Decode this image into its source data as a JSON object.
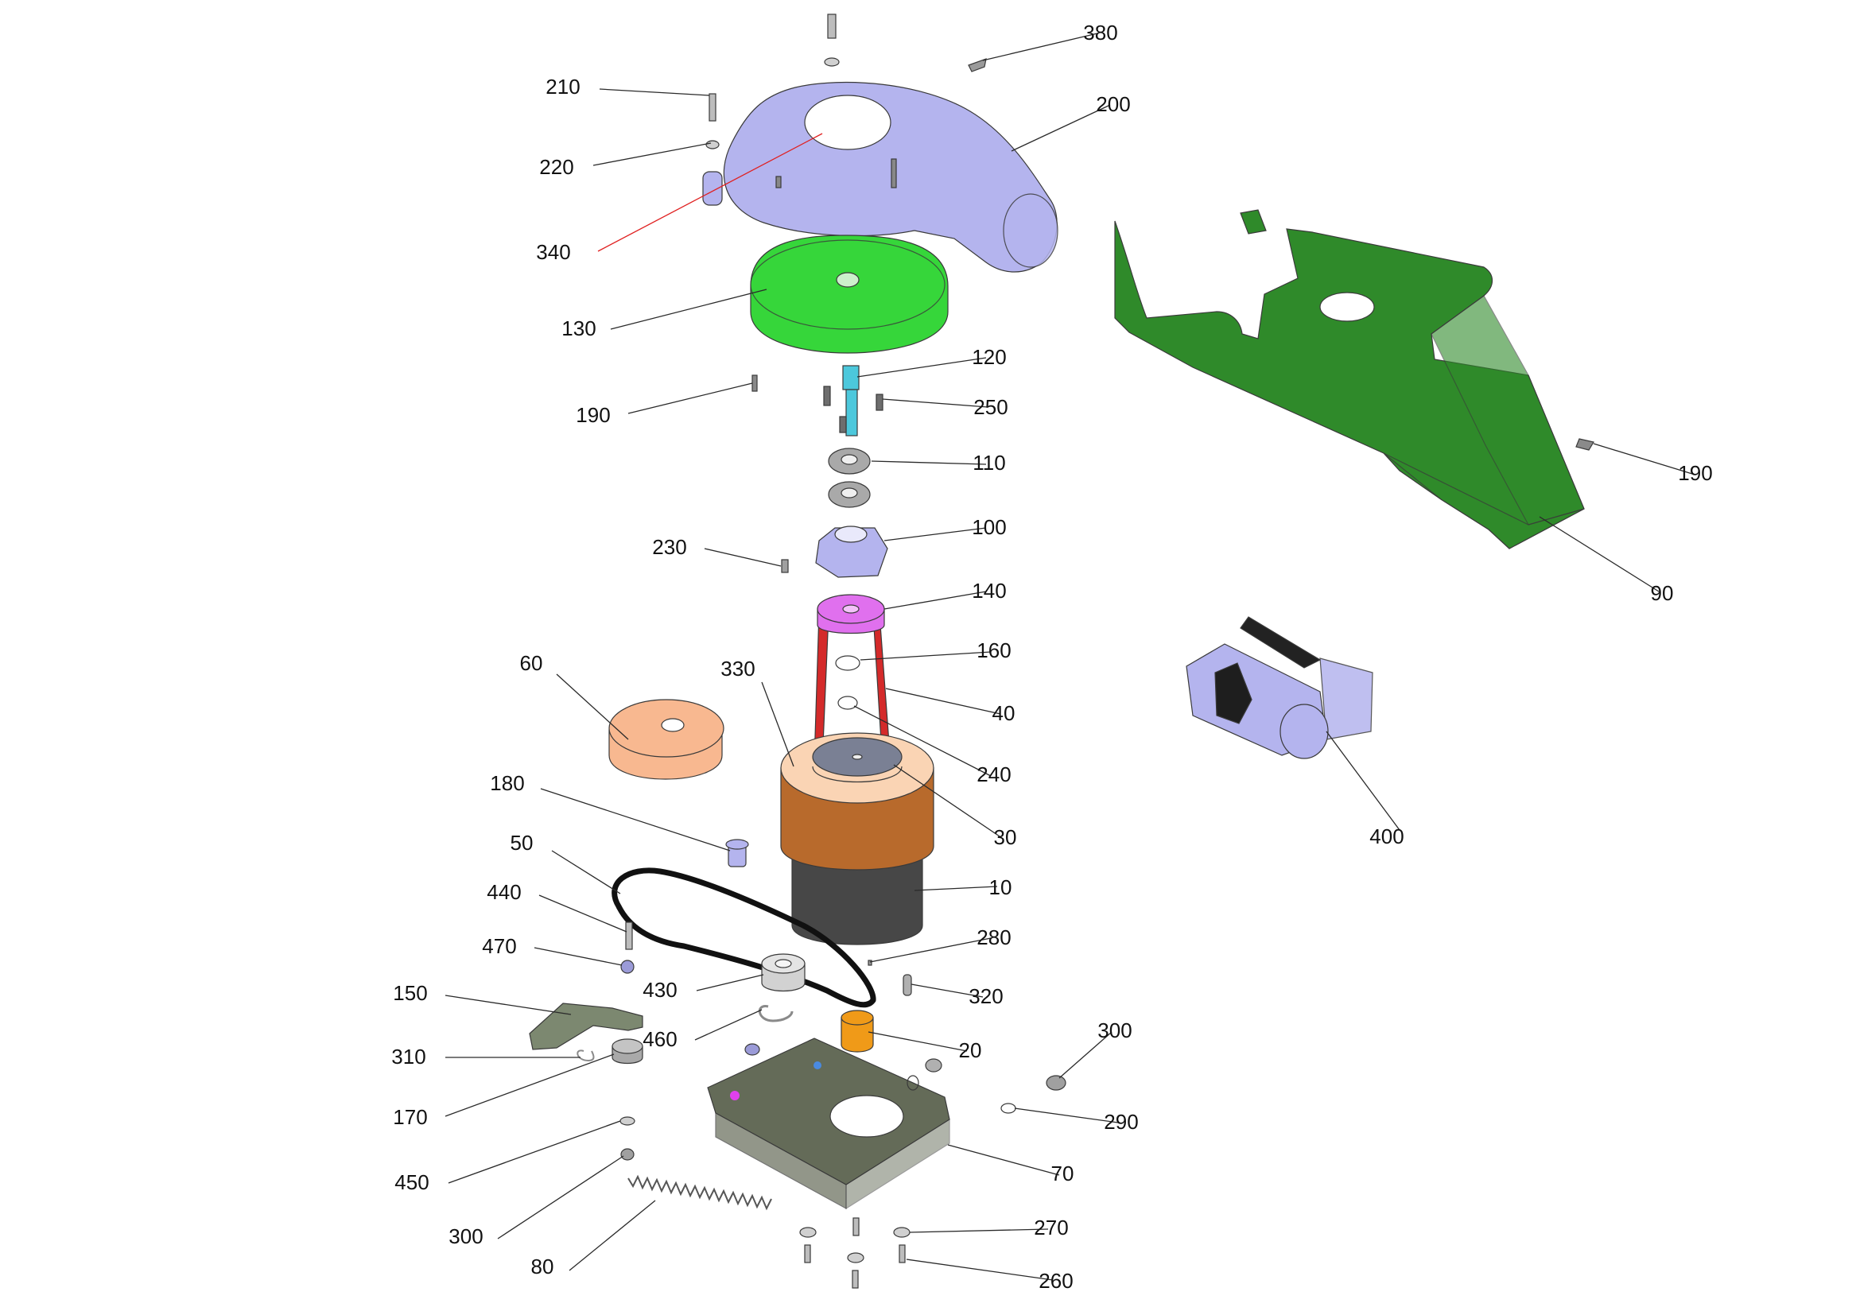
{
  "diagram": {
    "colors": {
      "blower": "#b4b4ee",
      "impeller": "#36d63a",
      "bracket": "#2f8a2a",
      "shaft": "#4cc8dc",
      "pulley_small": "#e070ee",
      "belt": "#d42a2a",
      "motor_top": "#fad4b4",
      "motor_body": "#b86a2c",
      "motor_base": "#474747",
      "pulley_big": "#f8b890",
      "coupler": "#f09a18",
      "baseplate": "#646b58",
      "hardware": "#b4b4b4"
    },
    "callouts": [
      {
        "label": "10"
      },
      {
        "label": "20"
      },
      {
        "label": "30"
      },
      {
        "label": "40"
      },
      {
        "label": "50"
      },
      {
        "label": "60"
      },
      {
        "label": "70"
      },
      {
        "label": "80"
      },
      {
        "label": "90"
      },
      {
        "label": "100"
      },
      {
        "label": "110"
      },
      {
        "label": "120"
      },
      {
        "label": "130"
      },
      {
        "label": "140"
      },
      {
        "label": "150"
      },
      {
        "label": "160"
      },
      {
        "label": "170"
      },
      {
        "label": "180"
      },
      {
        "label": "190"
      },
      {
        "label": "190"
      },
      {
        "label": "200"
      },
      {
        "label": "210"
      },
      {
        "label": "220"
      },
      {
        "label": "230"
      },
      {
        "label": "240"
      },
      {
        "label": "250"
      },
      {
        "label": "260"
      },
      {
        "label": "270"
      },
      {
        "label": "280"
      },
      {
        "label": "290"
      },
      {
        "label": "300"
      },
      {
        "label": "300"
      },
      {
        "label": "310"
      },
      {
        "label": "320"
      },
      {
        "label": "330"
      },
      {
        "label": "340"
      },
      {
        "label": "380"
      },
      {
        "label": "400"
      },
      {
        "label": "430"
      },
      {
        "label": "440"
      },
      {
        "label": "450"
      },
      {
        "label": "460"
      },
      {
        "label": "470"
      }
    ]
  }
}
